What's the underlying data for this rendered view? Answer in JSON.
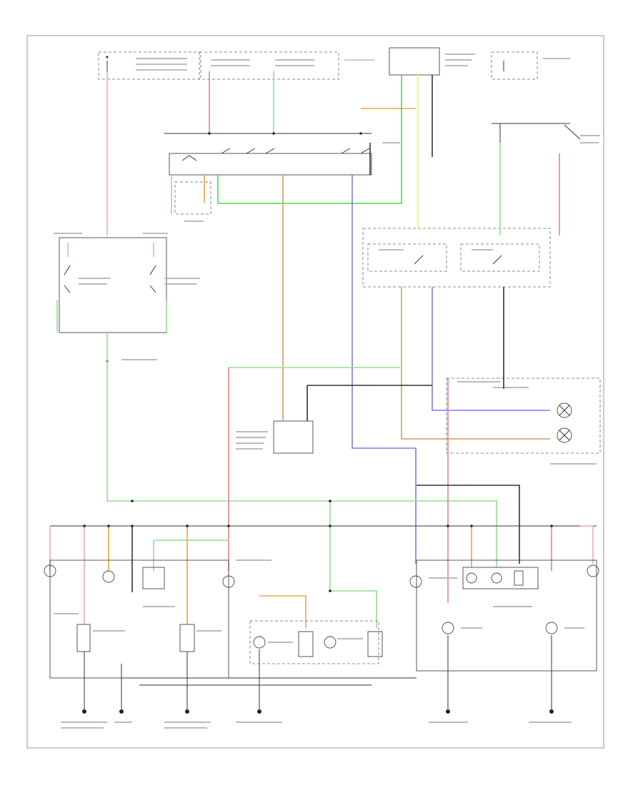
{
  "diagram": {
    "footer_code": "",
    "wire_colors": {
      "red": "#f08080",
      "pink": "#f4a6b6",
      "green": "#8fe08f",
      "bright_green": "#44dd44",
      "orange": "#f5a040",
      "tan": "#c9a060",
      "yellow": "#f2f27a",
      "blue": "#7a7af5",
      "black": "#333333",
      "gray": "#888888"
    },
    "components": [
      "fuse-block-left",
      "fuse-block-center",
      "relay-box-top",
      "fuse-block-right",
      "hazard-switch",
      "brake-light-switch-left",
      "brake-light-switch-right",
      "combination-switch",
      "turn-signal-flasher",
      "instrument-cluster",
      "left-rear-lamp-cluster",
      "right-rear-lamp-cluster"
    ],
    "ground_points": 6
  }
}
